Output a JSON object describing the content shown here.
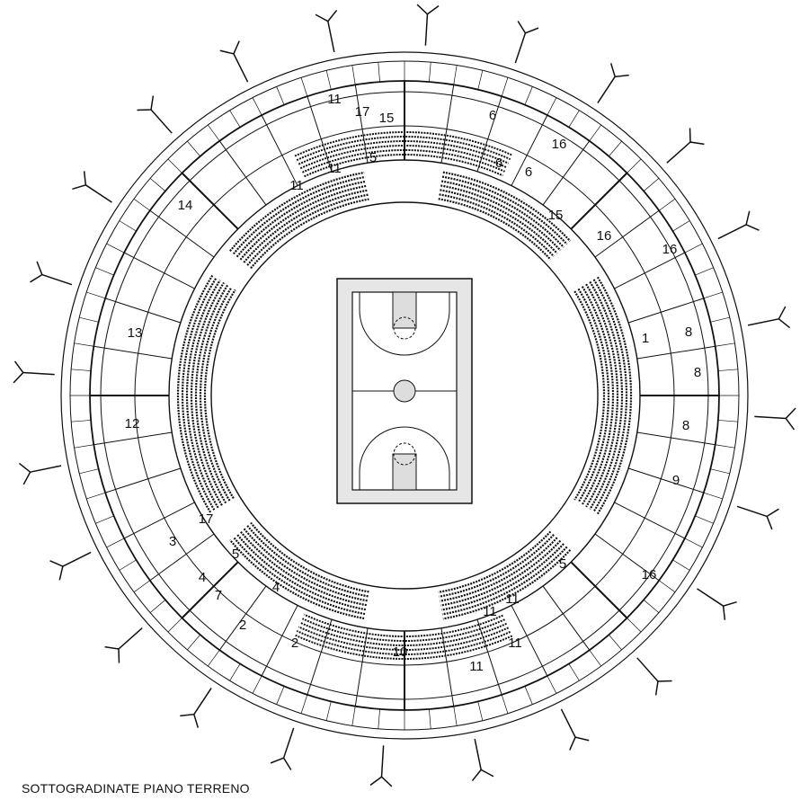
{
  "caption": "SOTTOGRADINATE PIANO TERRENO",
  "room_labels": [
    "14",
    "13",
    "12",
    "3",
    "17",
    "5",
    "4",
    "7",
    "2",
    "4",
    "2",
    "10",
    "11",
    "11",
    "11",
    "5",
    "16",
    "9",
    "8",
    "8",
    "8",
    "1",
    "16",
    "16",
    "15",
    "16",
    "6",
    "6",
    "6",
    "15",
    "17",
    "11",
    "11",
    "11",
    "5",
    "11"
  ],
  "colors": {
    "line": "#111111",
    "court": "#e6e6e6",
    "background": "#ffffff"
  }
}
